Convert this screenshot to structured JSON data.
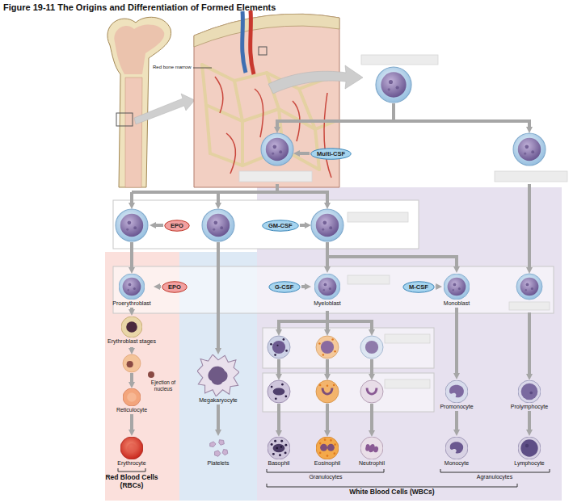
{
  "diagram": {
    "title": "Figure 19-11 The Origins and Differentiation of Formed Elements",
    "nodes": [
      {
        "text": [
          "Multi-CSF"
        ]
      },
      {
        "text": [
          "EPO"
        ]
      },
      {
        "text": [
          "GM-CSF"
        ]
      },
      {
        "text": [
          "EPO"
        ]
      },
      {
        "text": [
          "Proerythroblast"
        ]
      },
      {
        "text": [
          "G-CSF"
        ]
      },
      {
        "text": [
          "Myeloblast"
        ]
      },
      {
        "text": [
          "M-CSF"
        ]
      },
      {
        "text": [
          "Monoblast"
        ]
      },
      {
        "text": [
          "Erythroblast stages"
        ]
      },
      {
        "text": [
          "Megakaryocyte"
        ]
      },
      {
        "text": [
          "Promonocyte"
        ]
      },
      {
        "text": [
          "Prolymphocyte"
        ]
      },
      {
        "text": [
          "Reticulocyte"
        ]
      },
      {
        "text": [
          "Erythrocyte"
        ]
      },
      {
        "text": [
          "Platelets"
        ]
      },
      {
        "text": [
          "Basophil"
        ]
      },
      {
        "text": [
          "Eosinophil"
        ]
      },
      {
        "text": [
          "Neutrophil"
        ]
      },
      {
        "text": [
          "Monocyte"
        ]
      },
      {
        "text": [
          "Lymphocyte"
        ]
      }
    ],
    "edges": [
      {
        "from": 3,
        "to": 4,
        "arrow": "to"
      },
      {
        "from": 5,
        "to": 6,
        "arrow": "to"
      },
      {
        "from": 7,
        "to": 8,
        "arrow": "to"
      },
      {
        "from": 4,
        "to": 9,
        "arrow": "to"
      },
      {
        "from": 10,
        "to": 15,
        "arrow": "to"
      },
      {
        "from": 8,
        "to": 11,
        "arrow": "to"
      },
      {
        "from": 11,
        "to": 19,
        "arrow": "to"
      },
      {
        "from": 12,
        "to": 20,
        "arrow": "to"
      },
      {
        "from": 13,
        "to": 14,
        "arrow": "to"
      }
    ],
    "labels": [
      "Red bone marrow",
      "Ejection of nucleus",
      "Red Blood Cells (RBCs)",
      "Granulocytes",
      "Agranulocytes",
      "White Blood Cells (WBCs)"
    ]
  }
}
